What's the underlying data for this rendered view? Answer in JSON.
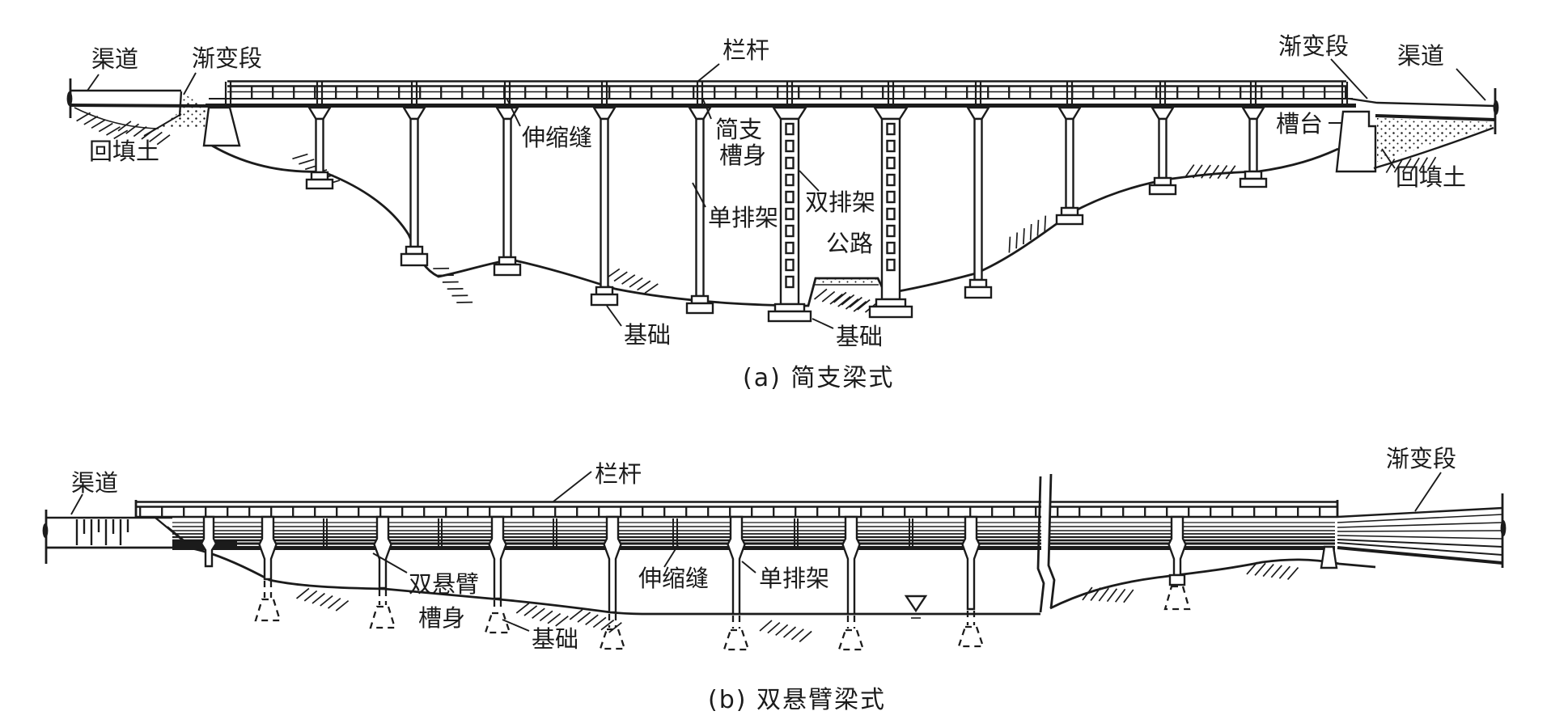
{
  "figure": {
    "captions": {
      "a": "(a) 简支梁式",
      "b": "(b) 双悬臂梁式"
    }
  },
  "diagram_a": {
    "labels": {
      "qudao_left": "渠道",
      "jianbianduan_left": "渐变段",
      "huitiantu_left": "回填土",
      "langan": "栏杆",
      "shensuofeng": "伸缩缝",
      "jianzhi_caoshen_line1": "简支",
      "jianzhi_caoshen_line2": "槽身",
      "danpaijia": "单排架",
      "shuangpaijia": "双排架",
      "gonglu": "公路",
      "jichu_left": "基础",
      "jichu_right": "基础",
      "caotai": "槽台",
      "jianbianduan_right": "渐变段",
      "qudao_right": "渠道",
      "huitiantu_right": "回填土"
    }
  },
  "diagram_b": {
    "labels": {
      "qudao": "渠道",
      "langan": "栏杆",
      "shuangxuanbi_line1": "双悬臂",
      "shuangxuanbi_line2": "槽身",
      "shensuofeng": "伸缩缝",
      "danpaijia": "单排架",
      "jichu": "基础",
      "jianbianduan": "渐变段"
    }
  },
  "icons": {
    "water_level": "inverted-triangle-water-level-icon"
  },
  "colors": {
    "ink": "#1b1b1b",
    "paper": "#ffffff"
  }
}
